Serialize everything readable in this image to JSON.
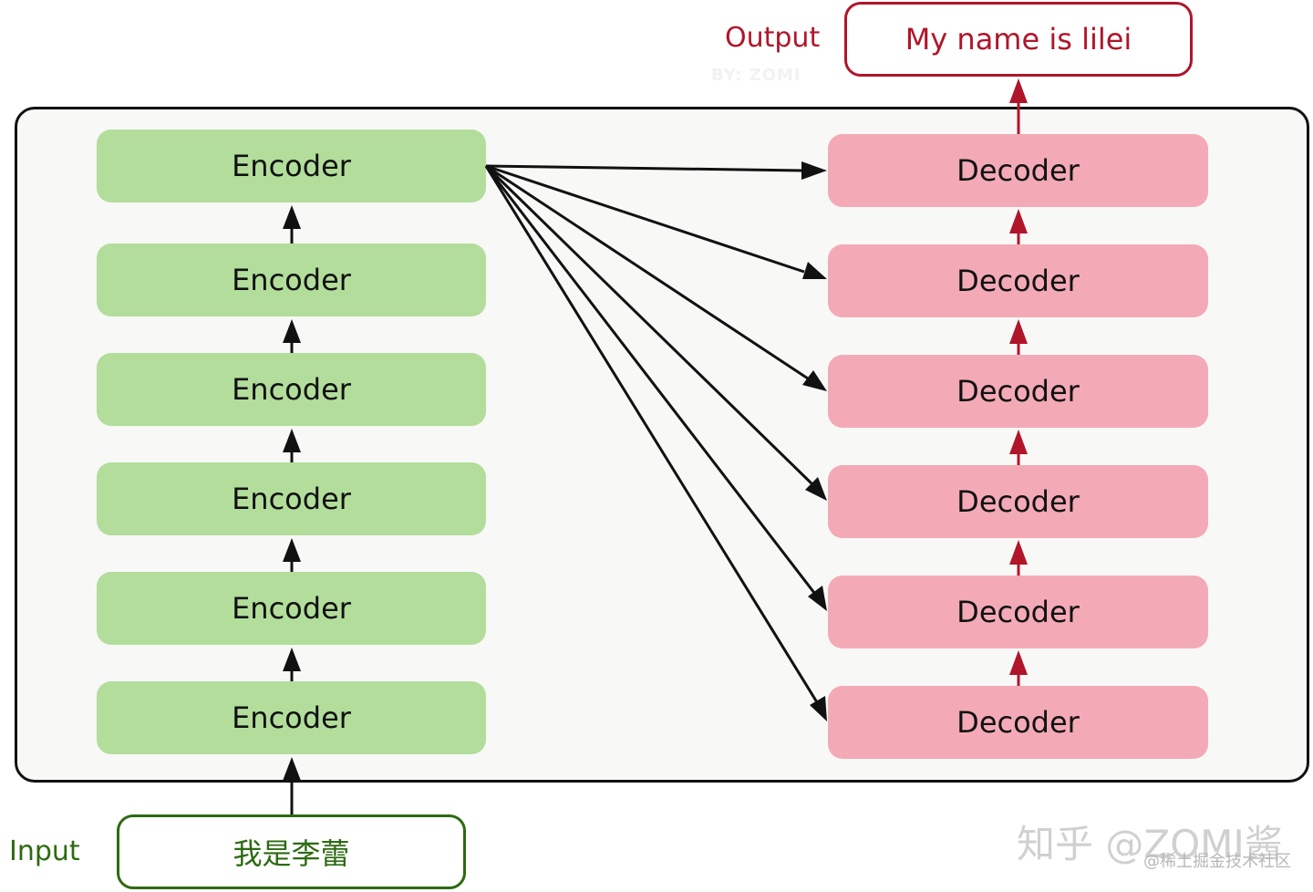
{
  "output": {
    "label": "Output",
    "text": "My name is lilei"
  },
  "input": {
    "label": "Input",
    "text": "我是李蕾"
  },
  "watermark_byzomi": "BY: ZOMI",
  "encoders": [
    "Encoder",
    "Encoder",
    "Encoder",
    "Encoder",
    "Encoder",
    "Encoder"
  ],
  "decoders": [
    "Decoder",
    "Decoder",
    "Decoder",
    "Decoder",
    "Decoder",
    "Decoder"
  ],
  "watermarks": {
    "zhihu": "知乎 @ZOMI酱",
    "juejin": "@稀土掘金技术社区"
  },
  "colors": {
    "encoder": "#b2dd9b",
    "decoder": "#f3aab6",
    "output": "#b0152a",
    "input": "#2d6a12",
    "arrow": "#111111"
  }
}
